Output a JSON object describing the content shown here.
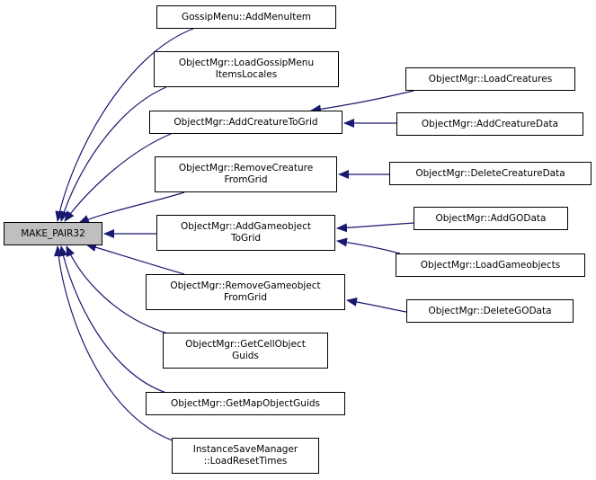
{
  "colors": {
    "edge": "#191970",
    "root_fill": "#bfbfbf",
    "node_fill": "#ffffff",
    "border": "#000000"
  },
  "root": {
    "id": "make_pair32",
    "label": "MAKE_PAIR32"
  },
  "callers": [
    {
      "id": "gossip_add",
      "label": "GossipMenu::AddMenuItem"
    },
    {
      "id": "load_gossip_locales",
      "label": "ObjectMgr::LoadGossipMenu\nItemsLocales"
    },
    {
      "id": "add_creature_grid",
      "label": "ObjectMgr::AddCreatureToGrid"
    },
    {
      "id": "remove_creature_grid",
      "label": "ObjectMgr::RemoveCreature\nFromGrid"
    },
    {
      "id": "add_go_grid",
      "label": "ObjectMgr::AddGameobject\nToGrid"
    },
    {
      "id": "remove_go_grid",
      "label": "ObjectMgr::RemoveGameobject\nFromGrid"
    },
    {
      "id": "get_cell_guids",
      "label": "ObjectMgr::GetCellObject\nGuids"
    },
    {
      "id": "get_map_guids",
      "label": "ObjectMgr::GetMapObjectGuids"
    },
    {
      "id": "load_reset_times",
      "label": "InstanceSaveManager\n::LoadResetTimes"
    }
  ],
  "second_level": [
    {
      "id": "load_creatures",
      "label": "ObjectMgr::LoadCreatures",
      "calls": "add_creature_grid"
    },
    {
      "id": "add_creature_data",
      "label": "ObjectMgr::AddCreatureData",
      "calls": "add_creature_grid"
    },
    {
      "id": "delete_creature_data",
      "label": "ObjectMgr::DeleteCreatureData",
      "calls": "remove_creature_grid"
    },
    {
      "id": "add_go_data",
      "label": "ObjectMgr::AddGOData",
      "calls": "add_go_grid"
    },
    {
      "id": "load_gameobjects",
      "label": "ObjectMgr::LoadGameobjects",
      "calls": "add_go_grid"
    },
    {
      "id": "delete_go_data",
      "label": "ObjectMgr::DeleteGOData",
      "calls": "remove_go_grid"
    }
  ]
}
